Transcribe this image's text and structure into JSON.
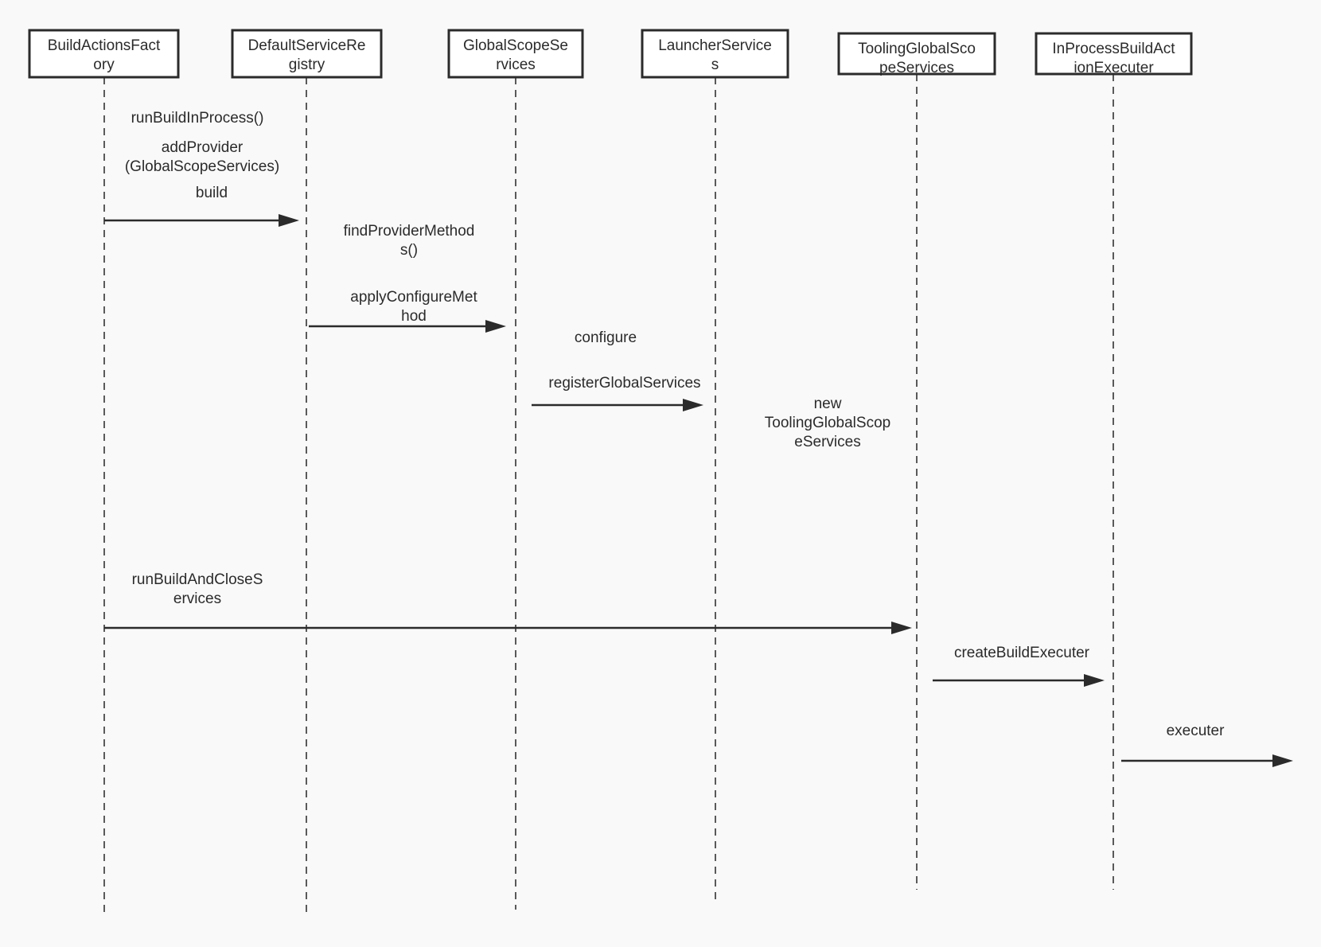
{
  "diagram": {
    "participants": [
      {
        "lines": [
          "BuildActionsFact",
          "ory"
        ]
      },
      {
        "lines": [
          "DefaultServiceRe",
          "gistry"
        ]
      },
      {
        "lines": [
          "GlobalScopeSe",
          "rvices"
        ]
      },
      {
        "lines": [
          "LauncherService",
          "s"
        ]
      },
      {
        "lines": [
          "ToolingGlobalSco",
          "peServices"
        ]
      },
      {
        "lines": [
          "InProcessBuildAct",
          "ionExecuter"
        ]
      }
    ],
    "messages": [
      {
        "lines": [
          "build"
        ]
      },
      {
        "lines": [
          "applyConfigureMet",
          "hod"
        ]
      },
      {
        "lines": [
          "registerGlobalServices"
        ]
      },
      {
        "lines": [
          "runBuildAndCloseS",
          "ervices"
        ]
      },
      {
        "lines": [
          "createBuildExecuter"
        ]
      },
      {
        "lines": [
          "executer"
        ]
      }
    ],
    "notes": [
      {
        "lines": [
          "runBuildInProcess()"
        ]
      },
      {
        "lines": [
          "addProvider",
          "(GlobalScopeServices)"
        ]
      },
      {
        "lines": [
          "findProviderMethod",
          "s()"
        ]
      },
      {
        "lines": [
          "configure"
        ]
      },
      {
        "lines": [
          "new",
          "ToolingGlobalScop",
          "eServices"
        ]
      }
    ]
  }
}
